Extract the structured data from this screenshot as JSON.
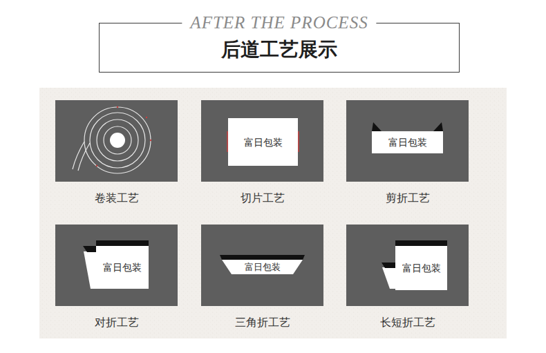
{
  "diagram": {
    "nodes": [
      {
        "text": [
          "AFTER THE PROCESS",
          "后道工艺展示"
        ]
      },
      {
        "text": [
          "卷装工艺"
        ]
      },
      {
        "text": [
          "切片工艺"
        ]
      },
      {
        "text": [
          "富日包装"
        ],
        "in": 2
      },
      {
        "text": [
          "剪折工艺"
        ]
      },
      {
        "text": [
          "富日包装"
        ],
        "in": 4
      },
      {
        "text": [
          "对折工艺"
        ]
      },
      {
        "text": [
          "富日包装"
        ],
        "in": 6
      },
      {
        "text": [
          "三角折工艺"
        ]
      },
      {
        "text": [
          "富日包装"
        ],
        "in": 8
      },
      {
        "text": [
          "长短折工艺"
        ]
      },
      {
        "text": [
          "富日包装"
        ],
        "in": 10
      }
    ]
  }
}
